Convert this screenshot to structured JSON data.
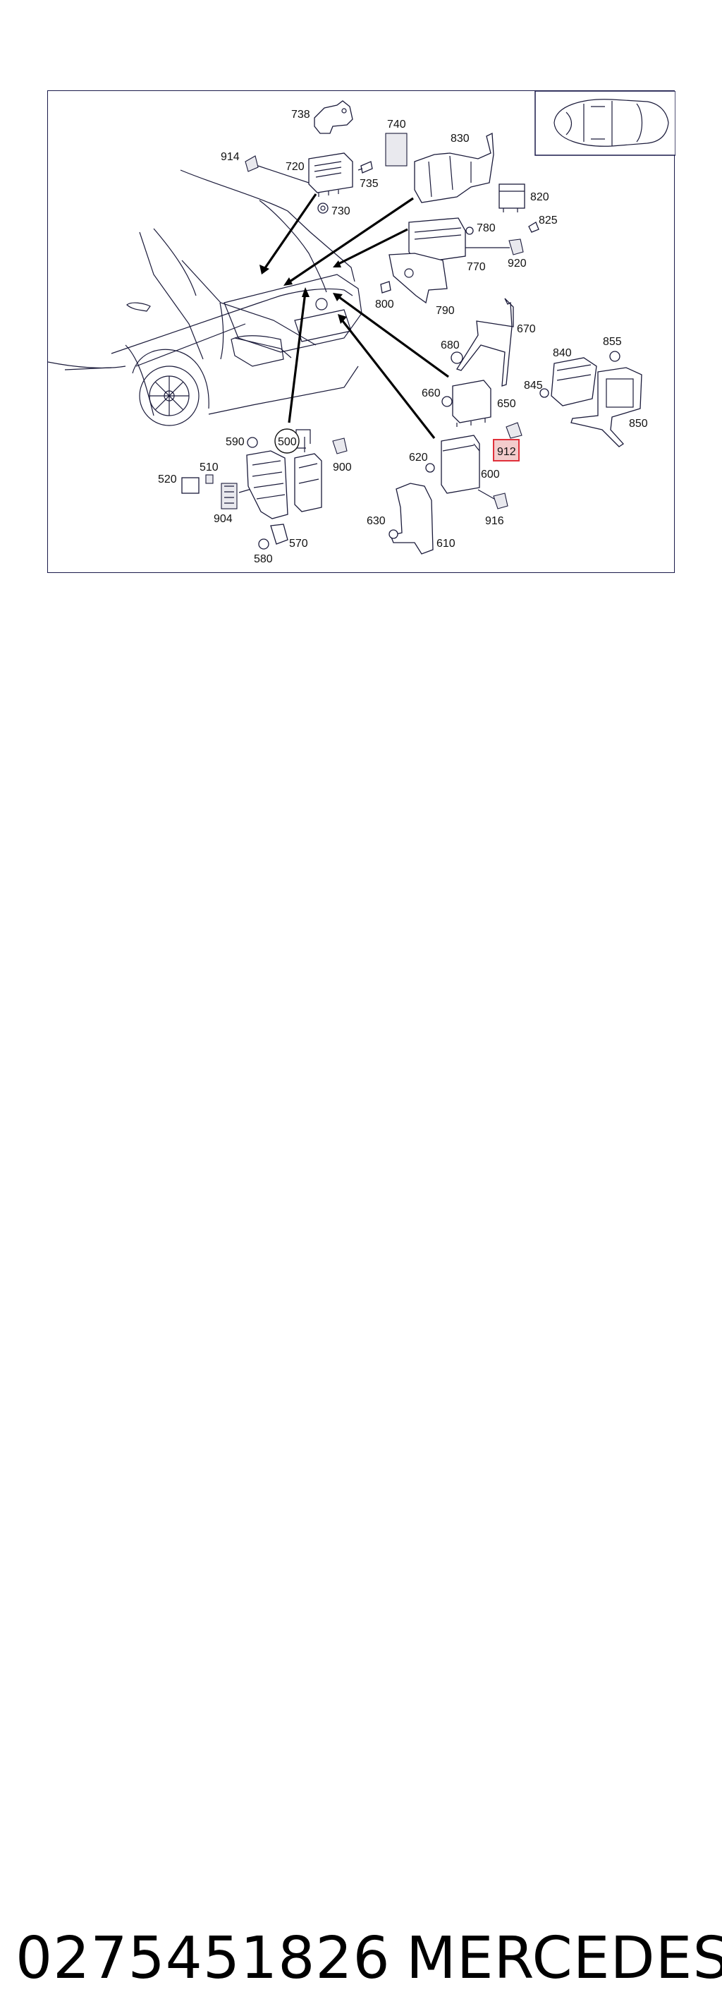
{
  "diagram": {
    "labels": {
      "p500": "500",
      "p510": "510",
      "p520": "520",
      "p570": "570",
      "p580": "580",
      "p590": "590",
      "p600": "600",
      "p610": "610",
      "p620": "620",
      "p630": "630",
      "p650": "650",
      "p660": "660",
      "p670": "670",
      "p680": "680",
      "p720": "720",
      "p730": "730",
      "p735": "735",
      "p738": "738",
      "p740": "740",
      "p770": "770",
      "p780": "780",
      "p790": "790",
      "p800": "800",
      "p820": "820",
      "p825": "825",
      "p830": "830",
      "p840": "840",
      "p845": "845",
      "p850": "850",
      "p855": "855",
      "p900": "900",
      "p904": "904",
      "p912": "912",
      "p914": "914",
      "p916": "916",
      "p920": "920"
    },
    "highlight_color": "#e0303a"
  },
  "caption": {
    "part_number": "0275451826",
    "brand": "MERCEDES"
  }
}
